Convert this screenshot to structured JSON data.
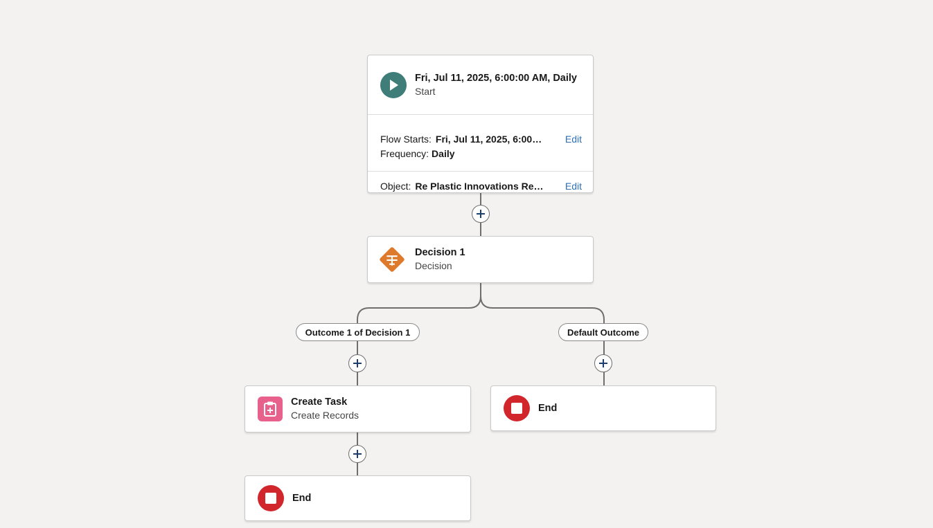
{
  "start": {
    "title": "Fri, Jul 11, 2025, 6:00:00 AM, Daily",
    "subtitle": "Start",
    "flow_starts_label": "Flow Starts:",
    "flow_starts_value": "Fri, Jul 11, 2025, 6:00…",
    "frequency_label": "Frequency:",
    "frequency_value": "Daily",
    "object_label": "Object:",
    "object_value": "Re Plastic Innovations Re…",
    "edit_label": "Edit"
  },
  "decision": {
    "title": "Decision 1",
    "subtitle": "Decision"
  },
  "outcomes": {
    "left": "Outcome 1 of Decision 1",
    "right": "Default Outcome"
  },
  "create_task": {
    "title": "Create Task",
    "subtitle": "Create Records"
  },
  "end_label": "End",
  "icons": {
    "start": "play-icon",
    "decision": "decision-icon",
    "create": "create-record-icon",
    "end": "stop-icon",
    "add": "plus-icon"
  },
  "colors": {
    "start": "#3e7d78",
    "decision": "#dd7a2c",
    "create": "#e8618c",
    "end": "#d1262b",
    "link": "#2e6fb7"
  }
}
